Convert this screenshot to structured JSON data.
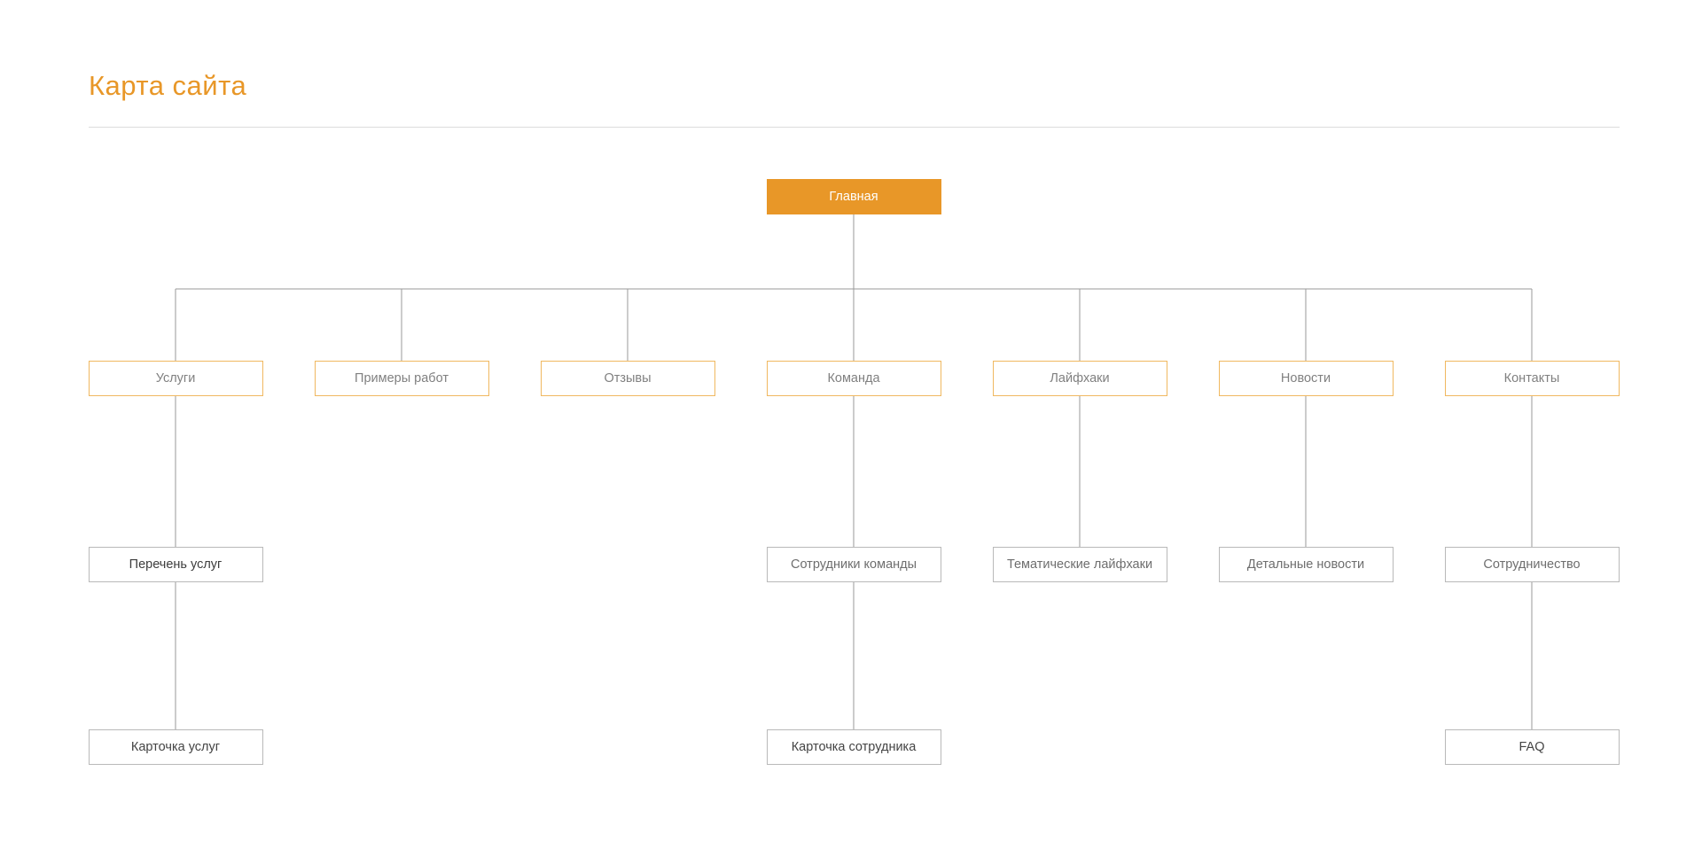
{
  "page": {
    "title": "Карта сайта"
  },
  "colors": {
    "accent": "#E89728",
    "accent_border": "#F0B860",
    "node_border_grey": "#b9b9b9",
    "connector_grey": "#9a9a9a",
    "connector_orange": "#F0B860",
    "rule": "#dcdcdc",
    "text_grey": "#808080",
    "text_dark": "#3d3d3d",
    "background": "#ffffff"
  },
  "sitemap": {
    "type": "tree",
    "root": {
      "id": "home",
      "label": "Главная",
      "level": 1
    },
    "level2": [
      {
        "id": "services",
        "label": "Услуги",
        "level": 2,
        "column": 1
      },
      {
        "id": "works",
        "label": "Примеры работ",
        "level": 2,
        "column": 2
      },
      {
        "id": "reviews",
        "label": "Отзывы",
        "level": 2,
        "column": 3
      },
      {
        "id": "team",
        "label": "Команда",
        "level": 2,
        "column": 4
      },
      {
        "id": "lifehacks",
        "label": "Лайфхаки",
        "level": 2,
        "column": 5
      },
      {
        "id": "news",
        "label": "Новости",
        "level": 2,
        "column": 6
      },
      {
        "id": "contacts",
        "label": "Контакты",
        "level": 2,
        "column": 7
      }
    ],
    "level3": [
      {
        "id": "services-list",
        "label": "Перечень услуг",
        "level": 3,
        "column": 1,
        "parent": "services"
      },
      {
        "id": "team-members",
        "label": "Сотрудники команды",
        "level": 3,
        "column": 4,
        "parent": "team"
      },
      {
        "id": "topic-lifehacks",
        "label": "Тематические лайфхаки",
        "level": 3,
        "column": 5,
        "parent": "lifehacks"
      },
      {
        "id": "detailed-news",
        "label": "Детальные новости",
        "level": 3,
        "column": 6,
        "parent": "news"
      },
      {
        "id": "cooperation",
        "label": "Сотрудничество",
        "level": 3,
        "column": 7,
        "parent": "contacts"
      }
    ],
    "level4": [
      {
        "id": "service-card",
        "label": "Карточка услуг",
        "level": 4,
        "column": 1,
        "parent": "services-list"
      },
      {
        "id": "employee-card",
        "label": "Карточка сотрудника",
        "level": 4,
        "column": 4,
        "parent": "team-members"
      },
      {
        "id": "faq",
        "label": "FAQ",
        "level": 4,
        "column": 7,
        "parent": "cooperation"
      }
    ]
  }
}
